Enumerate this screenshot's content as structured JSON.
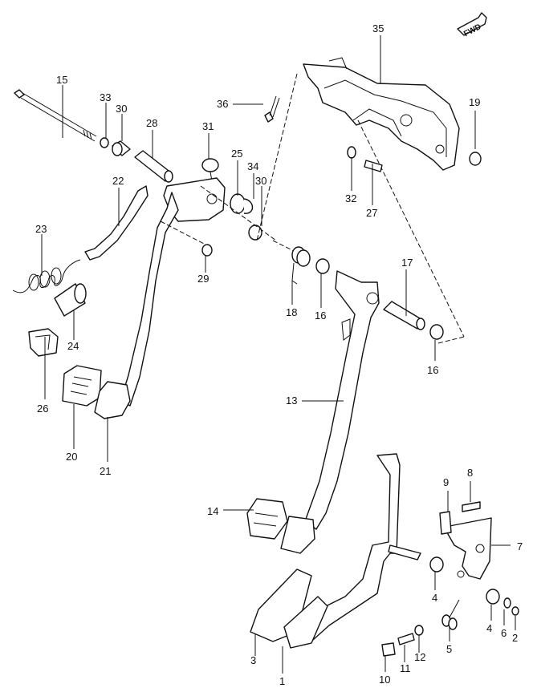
{
  "direction_badge": "FWD",
  "callouts": [
    {
      "id": "c1",
      "text": "1"
    },
    {
      "id": "c2",
      "text": "2"
    },
    {
      "id": "c3",
      "text": "3"
    },
    {
      "id": "c4a",
      "text": "4"
    },
    {
      "id": "c4b",
      "text": "4"
    },
    {
      "id": "c5",
      "text": "5"
    },
    {
      "id": "c6",
      "text": "6"
    },
    {
      "id": "c7",
      "text": "7"
    },
    {
      "id": "c8",
      "text": "8"
    },
    {
      "id": "c9",
      "text": "9"
    },
    {
      "id": "c10",
      "text": "10"
    },
    {
      "id": "c11",
      "text": "11"
    },
    {
      "id": "c12",
      "text": "12"
    },
    {
      "id": "c13",
      "text": "13"
    },
    {
      "id": "c14",
      "text": "14"
    },
    {
      "id": "c15",
      "text": "15"
    },
    {
      "id": "c16a",
      "text": "16"
    },
    {
      "id": "c16b",
      "text": "16"
    },
    {
      "id": "c17",
      "text": "17"
    },
    {
      "id": "c18",
      "text": "18"
    },
    {
      "id": "c19",
      "text": "19"
    },
    {
      "id": "c20",
      "text": "20"
    },
    {
      "id": "c21",
      "text": "21"
    },
    {
      "id": "c22",
      "text": "22"
    },
    {
      "id": "c23",
      "text": "23"
    },
    {
      "id": "c24",
      "text": "24"
    },
    {
      "id": "c25",
      "text": "25"
    },
    {
      "id": "c26",
      "text": "26"
    },
    {
      "id": "c27",
      "text": "27"
    },
    {
      "id": "c28",
      "text": "28"
    },
    {
      "id": "c29",
      "text": "29"
    },
    {
      "id": "c30a",
      "text": "30"
    },
    {
      "id": "c30b",
      "text": "30"
    },
    {
      "id": "c31",
      "text": "31"
    },
    {
      "id": "c32",
      "text": "32"
    },
    {
      "id": "c33",
      "text": "33"
    },
    {
      "id": "c34",
      "text": "34"
    },
    {
      "id": "c35",
      "text": "35"
    },
    {
      "id": "c36",
      "text": "36"
    }
  ]
}
